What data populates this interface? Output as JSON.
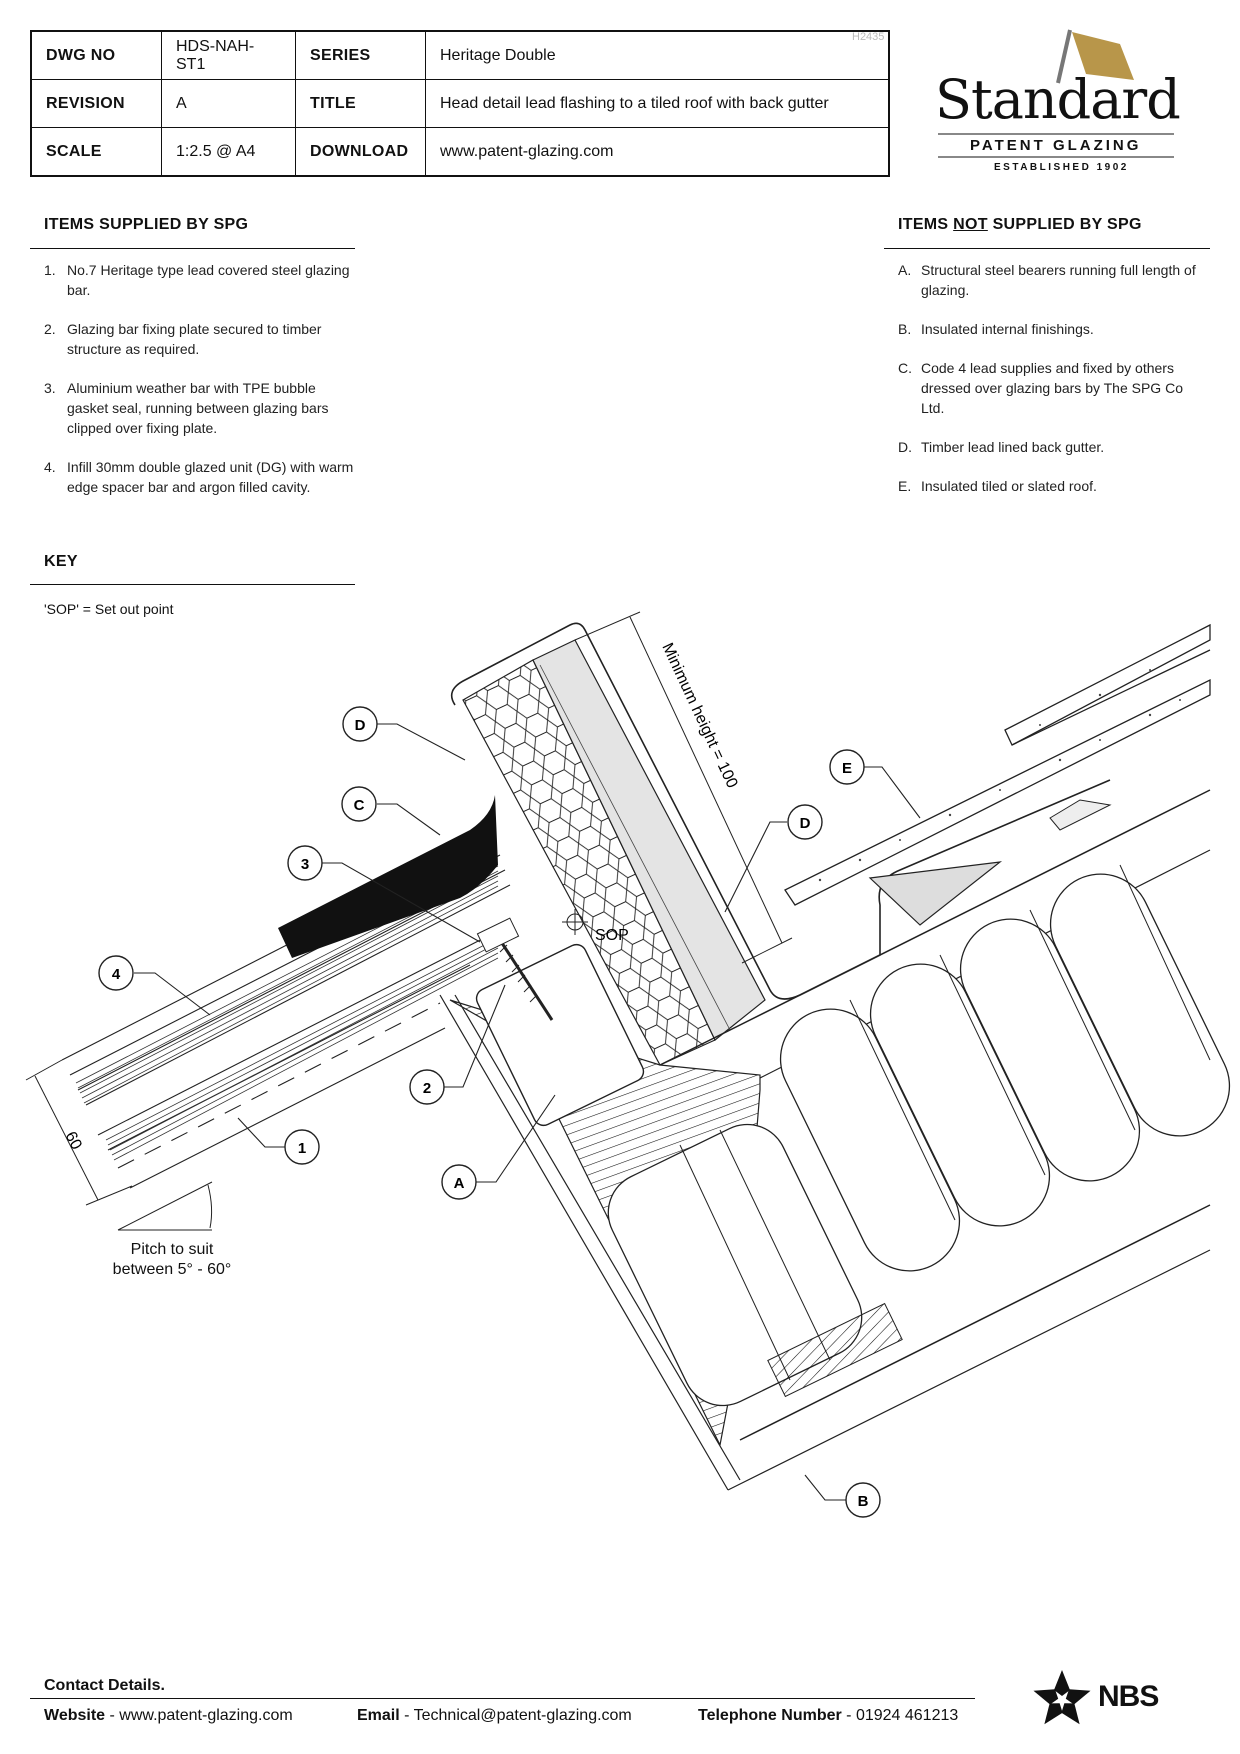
{
  "title_block": {
    "dwg_no_label": "DWG NO",
    "dwg_no": "HDS-NAH-ST1",
    "series_label": "SERIES",
    "series": "Heritage Double",
    "revision_label": "REVISION",
    "revision": "A",
    "title_label": "TITLE",
    "title": "Head detail lead flashing to a tiled roof with back gutter",
    "scale_label": "SCALE",
    "scale": "1:2.5 @ A4",
    "download_label": "DOWNLOAD",
    "download": "www.patent-glazing.com",
    "ref": "H2435"
  },
  "logo": {
    "word": "Standard",
    "sub": "PATENT GLAZING",
    "est": "ESTABLISHED 1902",
    "flag_color": "#b8964a"
  },
  "supplied": {
    "heading": "ITEMS SUPPLIED BY SPG",
    "items": [
      {
        "num": "1.",
        "text": "No.7 Heritage type lead covered steel glazing bar."
      },
      {
        "num": "2.",
        "text": "Glazing bar fixing plate secured to timber structure as required."
      },
      {
        "num": "3.",
        "text": "Aluminium weather bar with TPE bubble gasket seal, running between glazing bars clipped over fixing plate."
      },
      {
        "num": "4.",
        "text": "Infill 30mm double glazed unit (DG) with warm edge spacer bar and argon filled cavity."
      }
    ]
  },
  "not_supplied": {
    "heading_pre": "ITEMS ",
    "heading_not": "NOT",
    "heading_post": " SUPPLIED BY SPG",
    "items": [
      {
        "num": "A.",
        "text": "Structural steel bearers running full length of glazing."
      },
      {
        "num": "B.",
        "text": "Insulated internal finishings."
      },
      {
        "num": "C.",
        "text": "Code 4 lead supplies and fixed by others dressed over glazing bars by The SPG Co Ltd."
      },
      {
        "num": "D.",
        "text": "Timber lead lined back gutter."
      },
      {
        "num": "E.",
        "text": "Insulated tiled or slated roof."
      }
    ]
  },
  "key": {
    "heading": "KEY",
    "text": "'SOP' = Set out point"
  },
  "drawing": {
    "callouts": {
      "c4": "4",
      "c3": "3",
      "cC": "C",
      "cD1": "D",
      "cD2": "D",
      "cE": "E",
      "c2": "2",
      "c1": "1",
      "cA": "A",
      "cB": "B"
    },
    "sop_label": "SOP",
    "min_height_label": "Minimum height = 100",
    "dim_60": "60",
    "pitch_line1": "Pitch to suit",
    "pitch_line2": "between 5° - 60°"
  },
  "footer": {
    "contact_heading": "Contact Details.",
    "website_label": "Website",
    "website": "www.patent-glazing.com",
    "email_label": "Email",
    "email": "Technical@patent-glazing.com",
    "phone_label": "Telephone Number",
    "phone": "01924 461213",
    "nbs": "NBS"
  }
}
